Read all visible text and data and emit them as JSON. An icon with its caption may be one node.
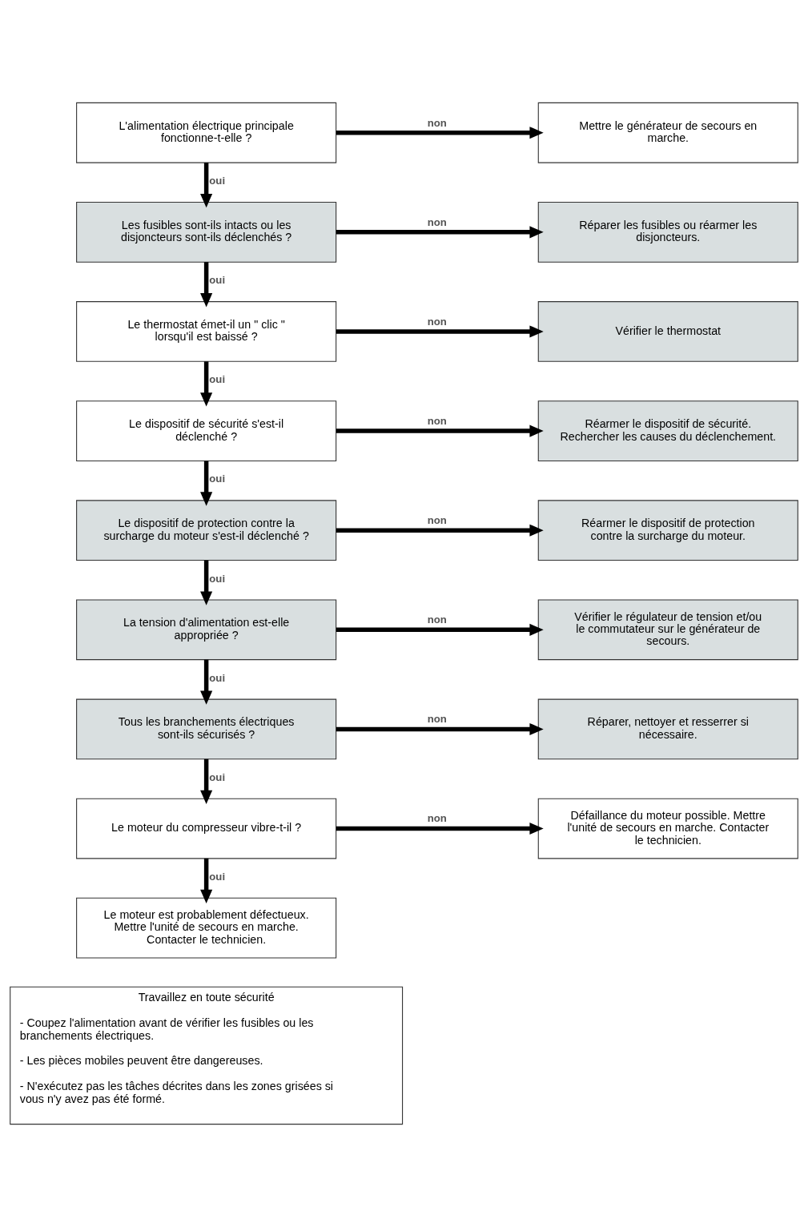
{
  "diagram": {
    "nodes": [
      {
        "text": [
          "L'alimentation électrique principale fonctionne-t-elle ?"
        ]
      },
      {
        "text": [
          "Mettre le générateur de secours en marche."
        ]
      },
      {
        "text": [
          "Les fusibles sont-ils intacts ou les disjoncteurs sont-ils déclenchés ?"
        ]
      },
      {
        "text": [
          "Réparer les fusibles ou réarmer les disjoncteurs."
        ]
      },
      {
        "text": [
          "Le thermostat émet-il un \" clic \" lorsqu'il est baissé ?"
        ]
      },
      {
        "text": [
          "Vérifier le thermostat"
        ]
      },
      {
        "text": [
          "Le dispositif de sécurité s'est-il déclenché ?"
        ]
      },
      {
        "text": [
          "Réarmer le dispositif de sécurité. Rechercher les causes du déclenchement."
        ]
      },
      {
        "text": [
          "Le dispositif de protection contre la surcharge du moteur s'est-il déclenché ?"
        ]
      },
      {
        "text": [
          "Réarmer le dispositif de protection contre la surcharge du moteur."
        ]
      },
      {
        "text": [
          "La tension d'alimentation est-elle appropriée ?"
        ]
      },
      {
        "text": [
          "Vérifier le régulateur de tension et/ou le commutateur sur le générateur de secours."
        ]
      },
      {
        "text": [
          "Tous les branchements électriques sont-ils sécurisés ?"
        ]
      },
      {
        "text": [
          "Réparer, nettoyer et resserrer si nécessaire."
        ]
      },
      {
        "text": [
          "Le moteur du compresseur vibre-t-il ?"
        ]
      },
      {
        "text": [
          "Défaillance du moteur possible. Mettre l'unité de secours en marche. Contacter le technicien."
        ]
      },
      {
        "text": [
          "Le moteur est probablement défectueux. Mettre l'unité de secours en marche. Contacter le technicien."
        ]
      },
      {
        "text": [
          "Travaillez en toute sécurité",
          "- Coupez l'alimentation avant de vérifier les fusibles ou les branchements électriques.",
          "- Les pièces mobiles peuvent être dangereuses.",
          "- N'exécutez pas les tâches décrites dans les zones grisées si vous n'y avez pas été formé."
        ]
      }
    ],
    "edges": [
      {
        "from": 0,
        "to": 1,
        "label": "non",
        "arrow": "to"
      },
      {
        "from": 0,
        "to": 2,
        "label": "oui",
        "arrow": "to"
      },
      {
        "from": 2,
        "to": 3,
        "label": "non",
        "arrow": "to"
      },
      {
        "from": 2,
        "to": 4,
        "label": "oui",
        "arrow": "to"
      },
      {
        "from": 4,
        "to": 5,
        "label": "non",
        "arrow": "to"
      },
      {
        "from": 4,
        "to": 6,
        "label": "oui",
        "arrow": "to"
      },
      {
        "from": 6,
        "to": 7,
        "label": "non",
        "arrow": "to"
      },
      {
        "from": 6,
        "to": 8,
        "label": "oui",
        "arrow": "to"
      },
      {
        "from": 8,
        "to": 9,
        "label": "non",
        "arrow": "to"
      },
      {
        "from": 8,
        "to": 10,
        "label": "oui",
        "arrow": "to"
      },
      {
        "from": 10,
        "to": 11,
        "label": "non",
        "arrow": "to"
      },
      {
        "from": 10,
        "to": 12,
        "label": "oui",
        "arrow": "to"
      },
      {
        "from": 12,
        "to": 13,
        "label": "non",
        "arrow": "to"
      },
      {
        "from": 12,
        "to": 14,
        "label": "oui",
        "arrow": "to"
      },
      {
        "from": 14,
        "to": 15,
        "label": "non",
        "arrow": "to"
      },
      {
        "from": 14,
        "to": 16,
        "label": "oui",
        "arrow": "to"
      }
    ]
  }
}
